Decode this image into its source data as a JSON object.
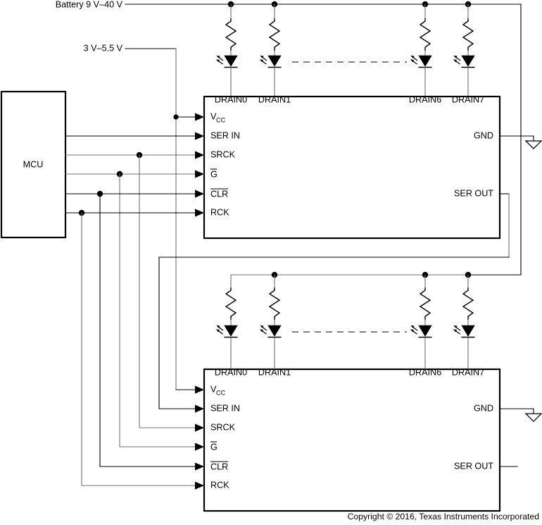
{
  "diagram": {
    "title": "Cascaded shift-register LED driver application schematic",
    "copyright": "Copyright © 2016, Texas Instruments Incorporated"
  },
  "rails": {
    "battery_label": "Battery 9 V–40 V",
    "logic_supply_label": "3 V–5.5 V"
  },
  "mcu": {
    "label": "MCU",
    "signals": [
      "SER IN",
      "SRCK",
      "G",
      "CLR",
      "RCK"
    ]
  },
  "chip1": {
    "name": "shift-register-driver-1",
    "drain_labels": [
      "DRAIN0",
      "DRAIN1",
      "DRAIN6",
      "DRAIN7"
    ],
    "left_pins": [
      {
        "label": "VCC",
        "base": "V",
        "sub": "CC",
        "overline": false
      },
      {
        "label": "SER IN",
        "base": "SER IN",
        "sub": "",
        "overline": false
      },
      {
        "label": "SRCK",
        "base": "SRCK",
        "sub": "",
        "overline": false
      },
      {
        "label": "G",
        "base": "G",
        "sub": "",
        "overline": true
      },
      {
        "label": "CLR",
        "base": "CLR",
        "sub": "",
        "overline": true
      },
      {
        "label": "RCK",
        "base": "RCK",
        "sub": "",
        "overline": false
      }
    ],
    "right_pins": [
      {
        "label": "GND"
      },
      {
        "label": "SER OUT"
      }
    ]
  },
  "chip2": {
    "name": "shift-register-driver-2",
    "drain_labels": [
      "DRAIN0",
      "DRAIN1",
      "DRAIN6",
      "DRAIN7"
    ],
    "left_pins": [
      {
        "label": "VCC",
        "base": "V",
        "sub": "CC",
        "overline": false
      },
      {
        "label": "SER IN",
        "base": "SER IN",
        "sub": "",
        "overline": false
      },
      {
        "label": "SRCK",
        "base": "SRCK",
        "sub": "",
        "overline": false
      },
      {
        "label": "G",
        "base": "G",
        "sub": "",
        "overline": true
      },
      {
        "label": "CLR",
        "base": "CLR",
        "sub": "",
        "overline": true
      },
      {
        "label": "RCK",
        "base": "RCK",
        "sub": "",
        "overline": false
      }
    ],
    "right_pins": [
      {
        "label": "GND"
      },
      {
        "label": "SER OUT"
      }
    ]
  },
  "components": {
    "resistor_count_per_chip": 4,
    "led_count_per_chip": 4,
    "ground_symbol_count": 2,
    "ellipsis_note": "dashed line indicating DRAIN2–DRAIN5 channels omitted"
  },
  "colors": {
    "line": "#000000",
    "line_light": "#6f6f6f",
    "background": "#ffffff"
  }
}
